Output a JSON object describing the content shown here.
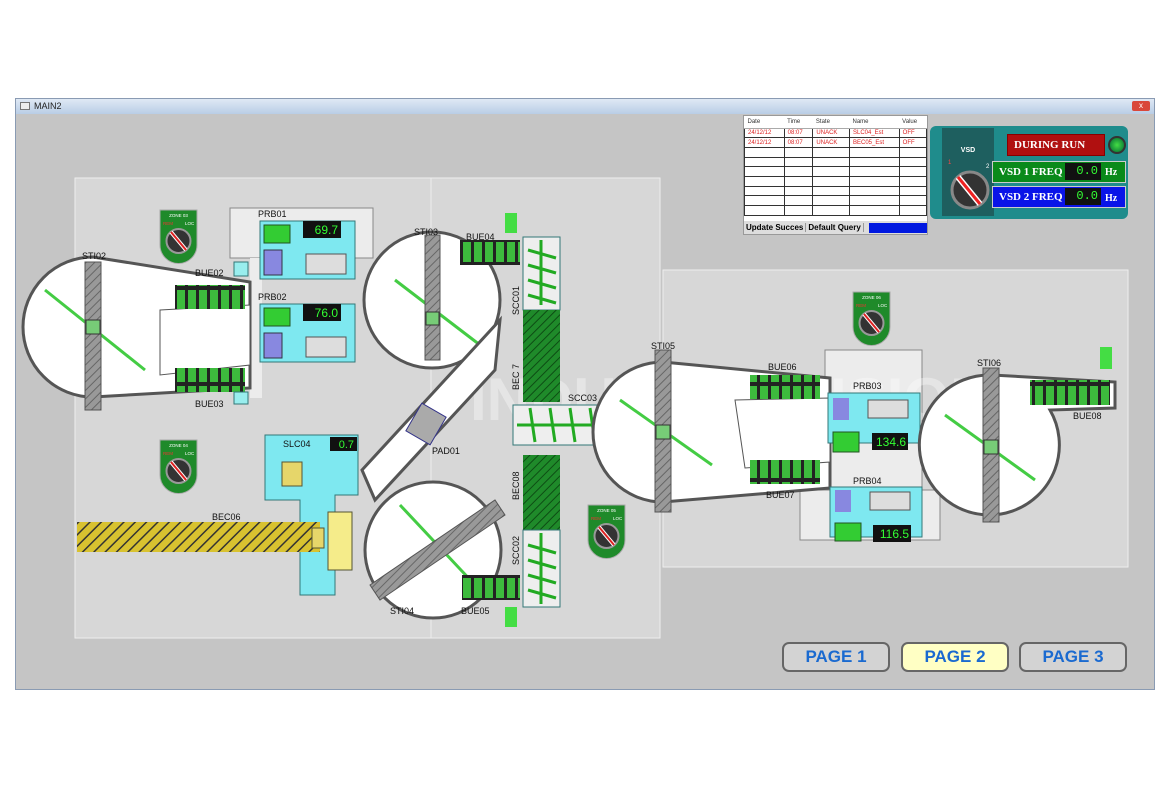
{
  "window": {
    "title": "MAIN2",
    "close": "x"
  },
  "alarms": {
    "headers": [
      "Date",
      "Time",
      "State",
      "Name",
      "Value"
    ],
    "rows": [
      [
        "24/12/12",
        "08:07",
        "UNACK",
        "SLC04_Est",
        "OFF"
      ],
      [
        "24/12/12",
        "08:07",
        "UNACK",
        "BEC05_Est",
        "OFF"
      ]
    ],
    "status": [
      "Update Succes",
      "Default Query"
    ]
  },
  "vsd": {
    "switch_label": "VSD",
    "pos1": "1",
    "pos2": "2",
    "run_label": "DURING RUN",
    "freq1_label": "VSD 1 FREQ",
    "freq1_value": "0.0",
    "freq2_label": "VSD 2 FREQ",
    "freq2_value": "0.0",
    "unit": "Hz"
  },
  "equipment": {
    "STI02": "STI02",
    "STI03": "STI03",
    "STI04": "STI04",
    "STI05": "STI05",
    "STI06": "STI06",
    "BUE02": "BUE02",
    "BUE03": "BUE03",
    "BUE04": "BUE04",
    "BUE05": "BUE05",
    "BUE06": "BUE06",
    "BUE07": "BUE07",
    "BUE08": "BUE08",
    "PRB01": "PRB01",
    "PRB02": "PRB02",
    "PRB03": "PRB03",
    "PRB04": "PRB04",
    "SCC01": "SCC01",
    "SCC02": "SCC02",
    "SCC03": "SCC03",
    "BEC7": "BEC 7",
    "BEC08": "BEC08",
    "BEC06": "BEC06",
    "PAD01": "PAD01",
    "SLC04": "SLC04"
  },
  "readouts": {
    "PRB01": "69.7",
    "PRB02": "76.0",
    "PRB03": "134.6",
    "PRB04": "116.5",
    "SLC04": "0.7"
  },
  "zones": [
    {
      "label": "ZONE 03",
      "rem": "REM",
      "loc": "LOC"
    },
    {
      "label": "ZONE 04",
      "rem": "REM",
      "loc": "LOC"
    },
    {
      "label": "ZONE 05",
      "rem": "REM",
      "loc": "LOC"
    },
    {
      "label": "ZONE 06",
      "rem": "REM",
      "loc": "LOC"
    }
  ],
  "watermark": "INDUSTRY VISION",
  "pages": [
    "PAGE 1",
    "PAGE 2",
    "PAGE 3"
  ],
  "active_page": "PAGE 2"
}
